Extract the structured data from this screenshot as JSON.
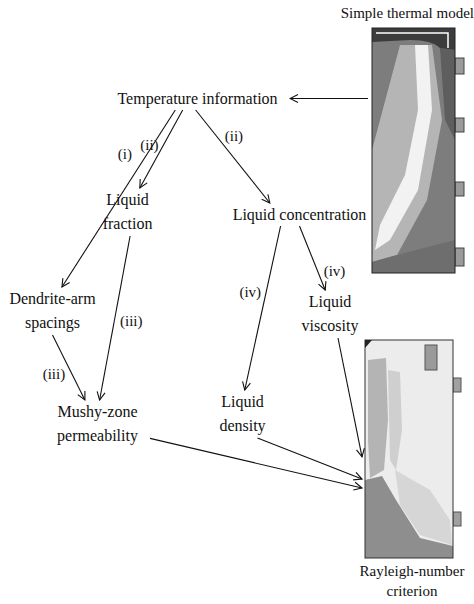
{
  "diagram": {
    "nodes": [
      {
        "text": [
          "Simple thermal model"
        ]
      },
      {
        "text": [
          "Temperature information"
        ]
      },
      {
        "text": [
          "Liquid fraction"
        ]
      },
      {
        "text": [
          "Liquid concentration"
        ]
      },
      {
        "text": [
          "Dendrite-arm spacings"
        ]
      },
      {
        "text": [
          "Liquid viscosity"
        ]
      },
      {
        "text": [
          "Liquid density"
        ]
      },
      {
        "text": [
          "Mushy-zone permeability"
        ]
      },
      {
        "text": [
          "Rayleigh-number criterion"
        ]
      }
    ],
    "edges": [
      {
        "from": 0,
        "to": 1,
        "arrow": "to"
      },
      {
        "from": 1,
        "to": 4,
        "label": "(i)",
        "arrow": "to"
      },
      {
        "from": 1,
        "to": 2,
        "label": "(ii)",
        "arrow": "to"
      },
      {
        "from": 1,
        "to": 3,
        "label": "(ii)",
        "arrow": "to"
      },
      {
        "from": 4,
        "to": 7,
        "label": "(iii)",
        "arrow": "to"
      },
      {
        "from": 2,
        "to": 7,
        "label": "(iii)",
        "arrow": "to"
      },
      {
        "from": 3,
        "to": 6,
        "label": "(iv)",
        "arrow": "to"
      },
      {
        "from": 3,
        "to": 5,
        "label": "(iv)",
        "arrow": "to"
      },
      {
        "from": 7,
        "to": 8,
        "arrow": "to"
      },
      {
        "from": 6,
        "to": 8,
        "arrow": "to"
      },
      {
        "from": 5,
        "to": 8,
        "arrow": "to"
      }
    ]
  }
}
